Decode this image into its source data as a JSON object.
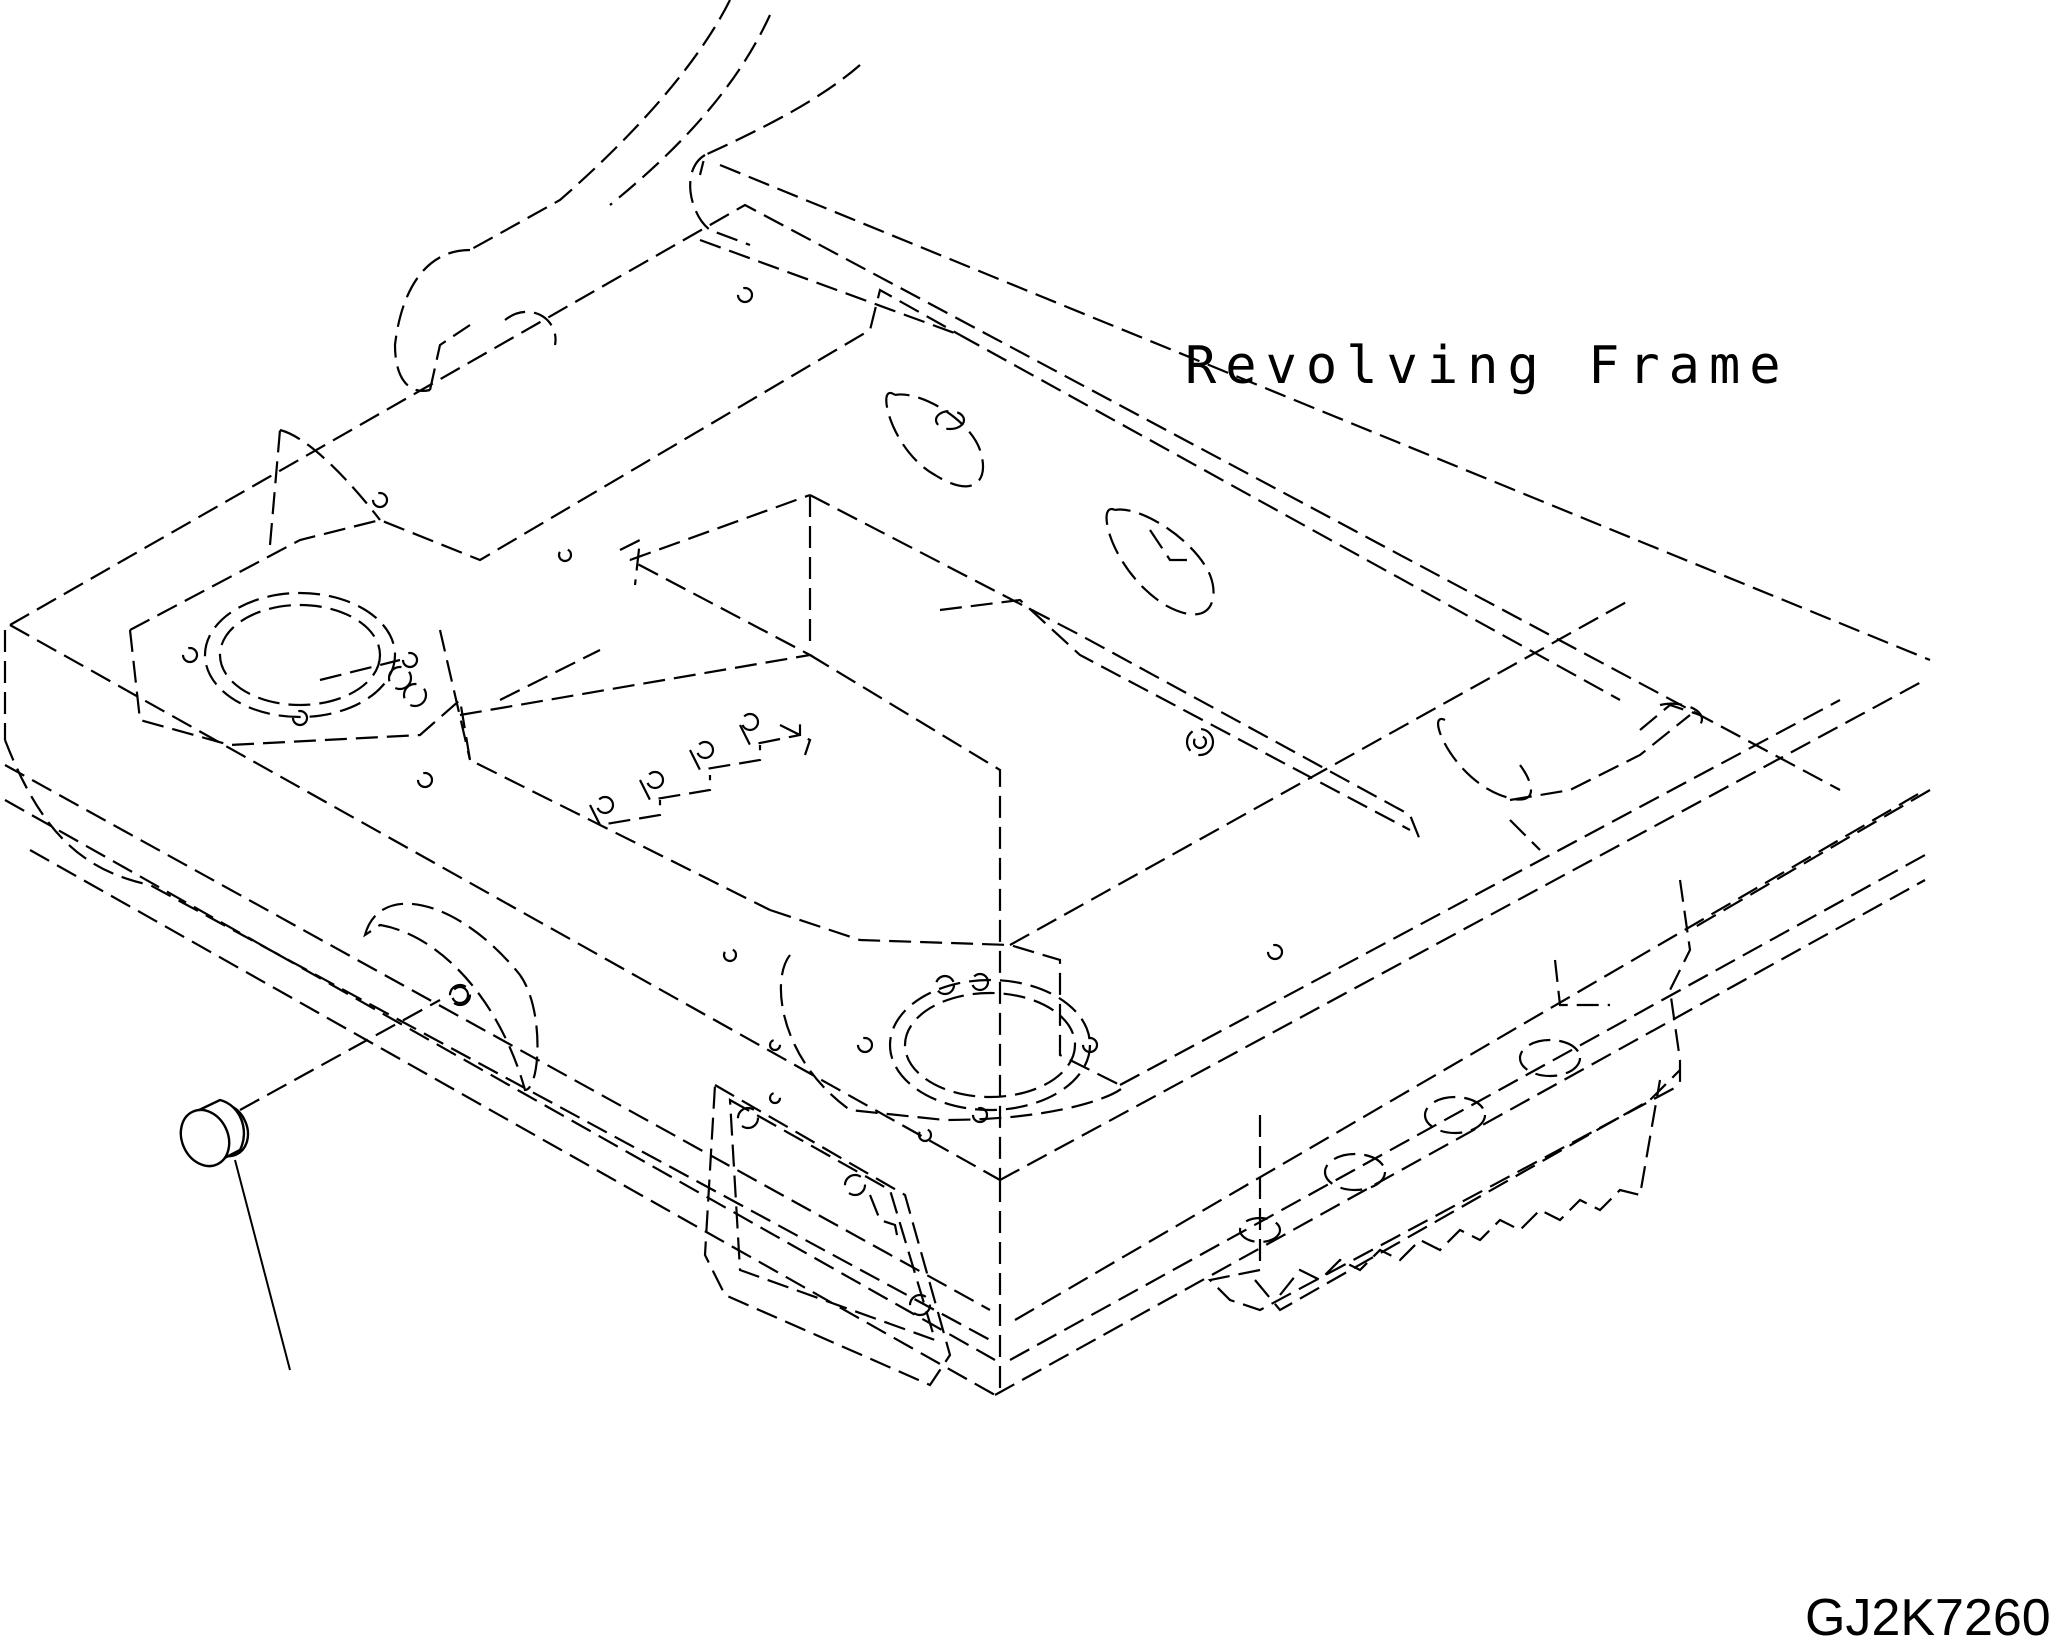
{
  "diagram": {
    "labels": {
      "component_label": "Revolving Frame",
      "drawing_code": "GJ2K7260"
    },
    "colors": {
      "line": "#000000",
      "background": "#ffffff"
    },
    "parts": [
      {
        "name": "revolving-frame",
        "style": "dashed-outline"
      },
      {
        "name": "plug",
        "style": "solid"
      }
    ]
  }
}
